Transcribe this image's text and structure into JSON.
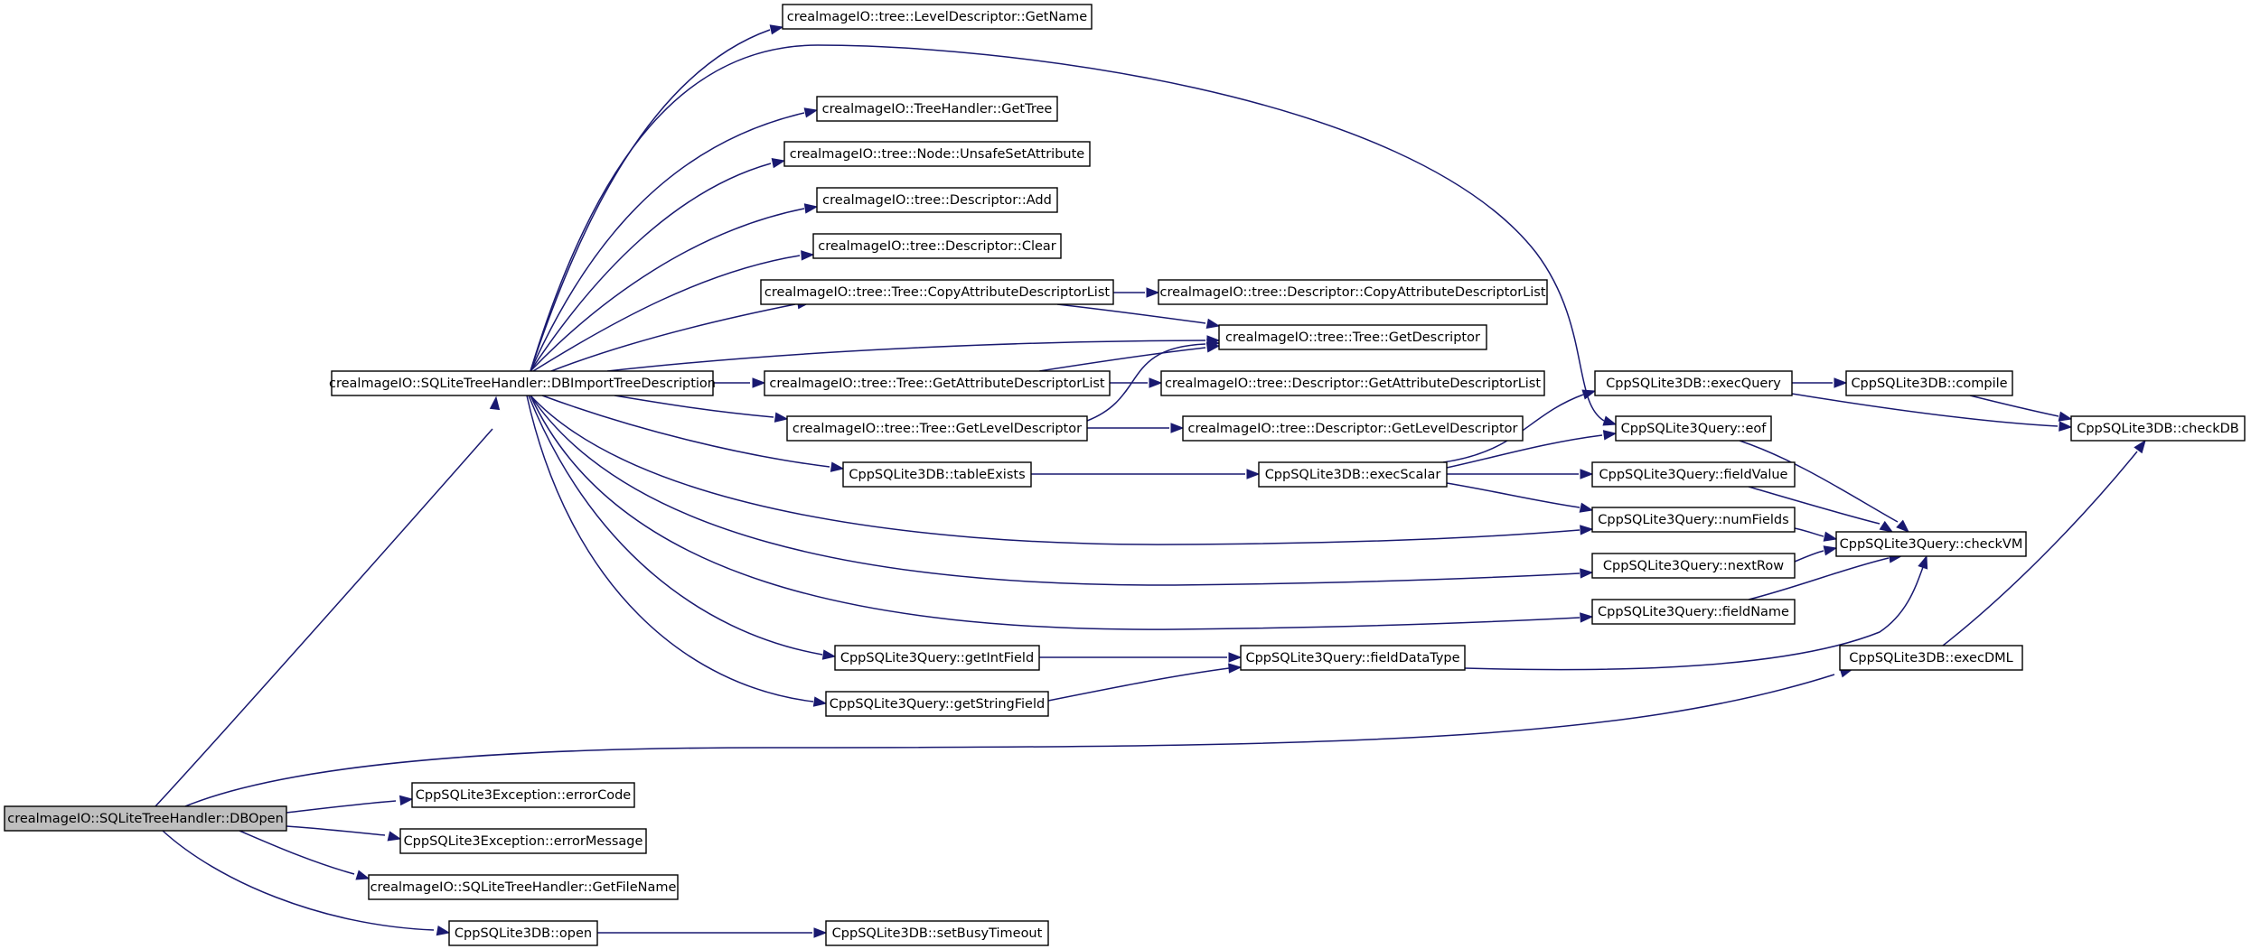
{
  "colors": {
    "edge": "#191970",
    "node_border": "#000000",
    "root_fill": "#bfbfbf",
    "node_fill": "#ffffff"
  },
  "nodes": {
    "dbopen": "crealmageIO::SQLiteTreeHandler::DBOpen",
    "dbimport": "crealmageIO::SQLiteTreeHandler::DBImportTreeDescription",
    "ld_getname": "crealmageIO::tree::LevelDescriptor::GetName",
    "th_gettree": "crealmageIO::TreeHandler::GetTree",
    "node_unsafe": "crealmageIO::tree::Node::UnsafeSetAttribute",
    "desc_add": "crealmageIO::tree::Descriptor::Add",
    "desc_clear": "crealmageIO::tree::Descriptor::Clear",
    "tree_copy": "crealmageIO::tree::Tree::CopyAttributeDescriptorList",
    "desc_copy": "crealmageIO::tree::Descriptor::CopyAttributeDescriptorList",
    "tree_getdesc": "crealmageIO::tree::Tree::GetDescriptor",
    "tree_getattr": "crealmageIO::tree::Tree::GetAttributeDescriptorList",
    "desc_getattr": "crealmageIO::tree::Descriptor::GetAttributeDescriptorList",
    "tree_getlevel": "crealmageIO::tree::Tree::GetLevelDescriptor",
    "desc_getlevel": "crealmageIO::tree::Descriptor::GetLevelDescriptor",
    "table_exists": "CppSQLite3DB::tableExists",
    "exec_scalar": "CppSQLite3DB::execScalar",
    "exec_query": "CppSQLite3DB::execQuery",
    "compile": "CppSQLite3DB::compile",
    "checkdb": "CppSQLite3DB::checkDB",
    "q_eof": "CppSQLite3Query::eof",
    "q_fieldvalue": "CppSQLite3Query::fieldValue",
    "q_numfields": "CppSQLite3Query::numFields",
    "q_checkvm": "CppSQLite3Query::checkVM",
    "q_nextrow": "CppSQLite3Query::nextRow",
    "q_fieldname": "CppSQLite3Query::fieldName",
    "q_getint": "CppSQLite3Query::getIntField",
    "q_fielddatatype": "CppSQLite3Query::fieldDataType",
    "q_getstring": "CppSQLite3Query::getStringField",
    "exec_dml": "CppSQLite3DB::execDML",
    "ex_errorcode": "CppSQLite3Exception::errorCode",
    "ex_errormsg": "CppSQLite3Exception::errorMessage",
    "get_filename": "crealmageIO::SQLiteTreeHandler::GetFileName",
    "db_open": "CppSQLite3DB::open",
    "db_busy": "CppSQLite3DB::setBusyTimeout"
  },
  "edges": [
    [
      "dbopen",
      "dbimport"
    ],
    [
      "dbopen",
      "exec_dml"
    ],
    [
      "dbopen",
      "ex_errorcode"
    ],
    [
      "dbopen",
      "ex_errormsg"
    ],
    [
      "dbopen",
      "get_filename"
    ],
    [
      "dbopen",
      "db_open"
    ],
    [
      "dbimport",
      "ld_getname"
    ],
    [
      "dbimport",
      "q_eof"
    ],
    [
      "dbimport",
      "th_gettree"
    ],
    [
      "dbimport",
      "node_unsafe"
    ],
    [
      "dbimport",
      "desc_add"
    ],
    [
      "dbimport",
      "desc_clear"
    ],
    [
      "dbimport",
      "tree_copy"
    ],
    [
      "dbimport",
      "tree_getdesc"
    ],
    [
      "dbimport",
      "tree_getattr"
    ],
    [
      "dbimport",
      "tree_getlevel"
    ],
    [
      "dbimport",
      "table_exists"
    ],
    [
      "dbimport",
      "q_numfields"
    ],
    [
      "dbimport",
      "q_nextrow"
    ],
    [
      "dbimport",
      "q_fieldname"
    ],
    [
      "dbimport",
      "q_getint"
    ],
    [
      "dbimport",
      "q_getstring"
    ],
    [
      "tree_copy",
      "desc_copy"
    ],
    [
      "tree_copy",
      "tree_getdesc"
    ],
    [
      "tree_getattr",
      "tree_getdesc"
    ],
    [
      "tree_getattr",
      "desc_getattr"
    ],
    [
      "tree_getlevel",
      "tree_getdesc"
    ],
    [
      "tree_getlevel",
      "desc_getlevel"
    ],
    [
      "table_exists",
      "exec_scalar"
    ],
    [
      "exec_scalar",
      "exec_query"
    ],
    [
      "exec_scalar",
      "q_eof"
    ],
    [
      "exec_scalar",
      "q_fieldvalue"
    ],
    [
      "exec_scalar",
      "q_numfields"
    ],
    [
      "exec_query",
      "compile"
    ],
    [
      "exec_query",
      "checkdb"
    ],
    [
      "compile",
      "checkdb"
    ],
    [
      "q_eof",
      "q_checkvm"
    ],
    [
      "q_fieldvalue",
      "q_checkvm"
    ],
    [
      "q_numfields",
      "q_checkvm"
    ],
    [
      "q_nextrow",
      "q_checkvm"
    ],
    [
      "q_fieldname",
      "q_checkvm"
    ],
    [
      "q_getint",
      "q_fielddatatype"
    ],
    [
      "q_getstring",
      "q_fielddatatype"
    ],
    [
      "q_fielddatatype",
      "q_checkvm"
    ],
    [
      "exec_dml",
      "checkdb"
    ],
    [
      "db_open",
      "db_busy"
    ]
  ]
}
